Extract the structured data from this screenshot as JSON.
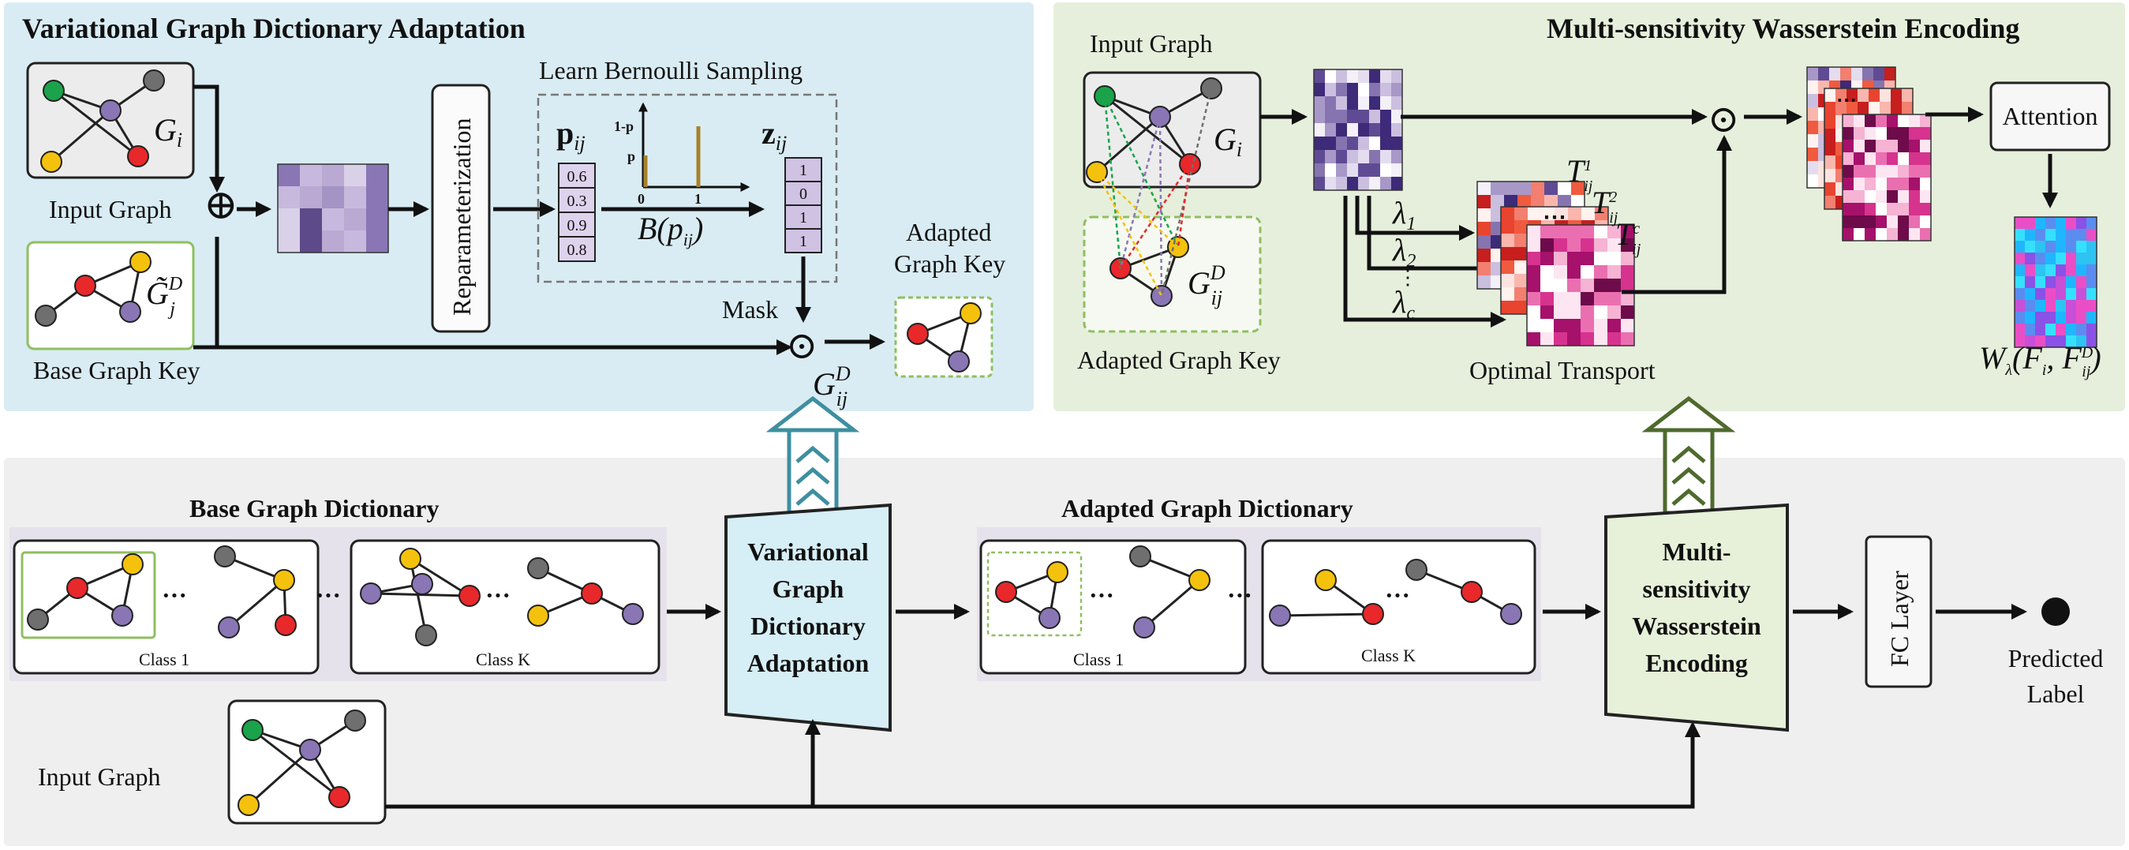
{
  "panels": {
    "vgda": {
      "title": "Variational Graph Dictionary Adaptation"
    },
    "mswe": {
      "title": "Multi-sensitivity Wasserstein Encoding"
    }
  },
  "vgda": {
    "input_graph": "Input Graph",
    "base_graph_key": "Base Graph Key",
    "reparam": "Reparameterization",
    "sampling_title": "Learn Bernoulli Sampling",
    "p_label": "p",
    "p_sub": "ij",
    "z_label": "z",
    "z_sub": "ij",
    "p_values": [
      "0.6",
      "0.3",
      "0.9",
      "0.8"
    ],
    "z_values": [
      "1",
      "0",
      "1",
      "1"
    ],
    "axis_1p": "1-p",
    "axis_p": "p",
    "axis_0": "0",
    "axis_1": "1",
    "bernoulli": "B(p",
    "bernoulli_sub": "ij",
    "bernoulli_close": ")",
    "mask": "Mask",
    "adapted_key_l1": "Adapted",
    "adapted_key_l2": "Graph Key",
    "gi": "G",
    "gi_sub": "i",
    "gj_tilde": "G̃",
    "gj_sup": "D",
    "gj_sub": "j",
    "gij": "G",
    "gij_sup": "D",
    "gij_sub": "ij",
    "oplus": "⊕",
    "odot": "⊙"
  },
  "mswe": {
    "input_graph": "Input Graph",
    "adapted_key": "Adapted Graph Key",
    "gi": "G",
    "gi_sub": "i",
    "gij": "G",
    "gij_sup": "D",
    "gij_sub": "ij",
    "lambda1": "λ",
    "lambda1_sub": "1",
    "lambda2": "λ",
    "lambda2_sub": "2",
    "lambdac": "λ",
    "lambdac_sub": "c",
    "t1": "T",
    "t1_sup": "1",
    "t2": "T",
    "t2_sup": "2",
    "tc": "T",
    "tc_sup": "c",
    "t_sub": "ij",
    "optimal_transport": "Optimal Transport",
    "attention": "Attention",
    "w_expr": "W",
    "w_sub": "λ",
    "w_args": "(F",
    "w_args_sub": "i",
    "w_args_mid": ", F",
    "w_args_sup": "D",
    "w_args_sub2": "ij",
    "w_close": ")",
    "odot": "⊙",
    "dots": "⋯",
    "vdots": "⋮"
  },
  "pipeline": {
    "base_dict_title": "Base Graph Dictionary",
    "adapted_dict_title": "Adapted Graph Dictionary",
    "class1": "Class 1",
    "classK": "Class K",
    "dots": "···",
    "vgda_block": [
      "Variational",
      "Graph",
      "Dictionary",
      "Adaptation"
    ],
    "mswe_block": [
      "Multi-",
      "sensitivity",
      "Wasserstein",
      "Encoding"
    ],
    "fc_layer": "FC Layer",
    "predicted_l1": "Predicted",
    "predicted_l2": "Label",
    "input_graph": "Input Graph"
  },
  "colors": {
    "vgda_bg": "#d9ecf3",
    "mswe_bg": "#e6efdc",
    "pipeline_bg": "#efefef",
    "dict_bg": "#e6e2ec",
    "vgda_block": "#d6eef5",
    "mswe_block": "#e7f0d9",
    "node_green": "#1aa34a",
    "node_gray": "#6f6f6f",
    "node_purple": "#8a76b5",
    "node_red": "#e8282b",
    "node_yellow": "#f4c20d",
    "teal_arrow": "#3e8fa0",
    "olive_arrow": "#4f6a2e"
  }
}
